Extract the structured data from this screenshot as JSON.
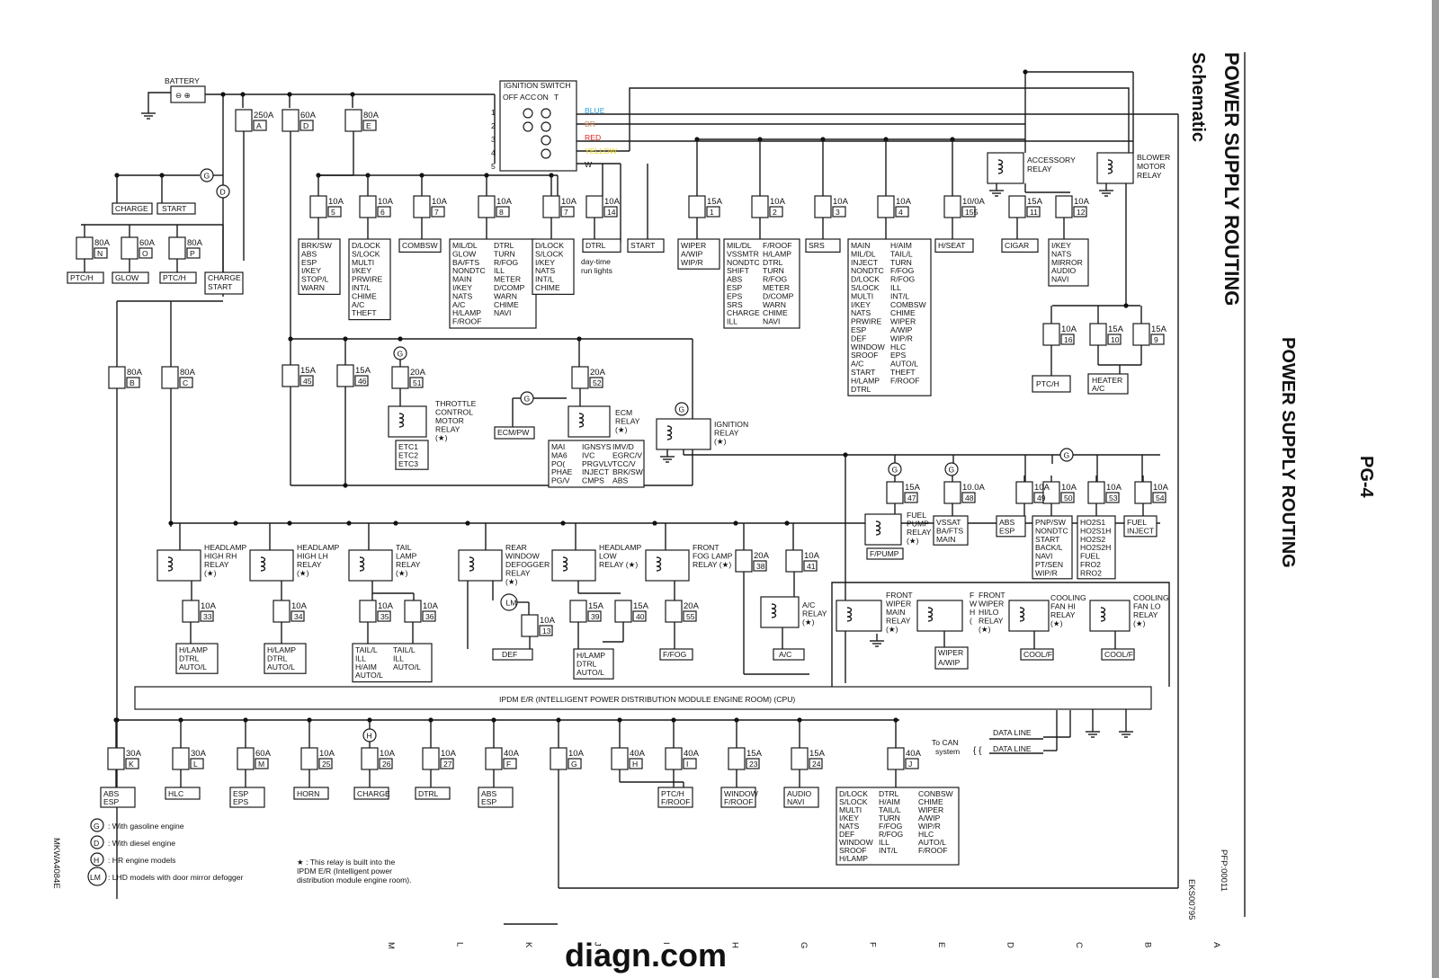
{
  "page": {
    "title_vertical": "POWER SUPPLY ROUTING",
    "page_no": "PG-4",
    "schematic_title": "POWER SUPPLY ROUTING",
    "schematic_subtitle": "Schematic",
    "fig_code": "PFP:00011",
    "eks_code": "EKS00795",
    "mk_code": "MKWA4084E",
    "side_letters": [
      "M",
      "L",
      "K",
      "J",
      "I",
      "H",
      "G",
      "F",
      "E",
      "D",
      "C",
      "B",
      "A"
    ]
  },
  "battery": {
    "label": "BATTERY"
  },
  "ignition_switch": {
    "label": "IGNITION SWITCH",
    "columns": [
      "OFF",
      "ACC",
      "ON",
      "T"
    ],
    "rows": [
      "1",
      "2",
      "3",
      "4",
      "5"
    ],
    "color_labels": [
      {
        "text": "BLUE",
        "color": "#2b9fe0"
      },
      {
        "text": "BR",
        "color": "#c8825a"
      },
      {
        "text": "RED",
        "color": "#e0201c"
      },
      {
        "text": "YELLOW",
        "color": "#e8d21a"
      },
      {
        "text": "W",
        "color": "#111111"
      }
    ]
  },
  "top_fusible_links": [
    {
      "amp": "250A",
      "id": "A"
    },
    {
      "amp": "60A",
      "id": "D"
    },
    {
      "amp": "80A",
      "id": "E"
    }
  ],
  "left_small": {
    "charge": "CHARGE",
    "start": "START",
    "links": [
      {
        "amp": "80A",
        "id": "N",
        "load": "PTC/H"
      },
      {
        "amp": "60A",
        "id": "O",
        "load": "GLOW"
      },
      {
        "amp": "80A",
        "id": "P",
        "load": "PTC/H"
      }
    ],
    "charge_start": [
      "CHARGE",
      "START"
    ]
  },
  "ign_fuses": [
    {
      "amp": "10A",
      "id": "5",
      "loads": [
        [
          "BRK/SW",
          "ABS",
          "ESP",
          "I/KEY",
          "STOP/L",
          "WARN"
        ]
      ]
    },
    {
      "amp": "10A",
      "id": "6",
      "loads": [
        [
          "D/LOCK",
          "S/LOCK",
          "MULTI",
          "I/KEY",
          "PRWIRE",
          "INT/L",
          "CHIME",
          "A/C",
          "THEFT"
        ]
      ]
    },
    {
      "amp": "10A",
      "id": "7",
      "loads": [
        [
          "COMBSW"
        ]
      ]
    },
    {
      "amp": "10A",
      "id": "8",
      "loads": [
        [
          "MIL/DL",
          "GLOW",
          "BA/FTS",
          "NONDTC",
          "MAIN",
          "I/KEY",
          "NATS",
          "A/C",
          "H/LAMP",
          "F/ROOF"
        ],
        [
          "DTRL",
          "TURN",
          "R/FOG",
          "ILL",
          "METER",
          "D/COMP",
          "WARN",
          "CHIME",
          "NAVI"
        ]
      ]
    },
    {
      "amp": "10A",
      "id": "7",
      "loads": [
        [
          "D/LOCK",
          "S/LOCK",
          "I/KEY",
          "NATS",
          "INT/L",
          "CHIME"
        ]
      ]
    },
    {
      "amp": "10A",
      "id": "14",
      "loads": [
        [
          "DTRL"
        ]
      ],
      "note": [
        "day-time",
        "run lights"
      ]
    },
    {
      "amp": "",
      "id": "",
      "loads": [
        [
          "START"
        ]
      ]
    }
  ],
  "acc_fuses": [
    {
      "amp": "15A",
      "id": "1",
      "loads": [
        [
          "WIPER",
          "A/WIP",
          "WIP/R"
        ]
      ]
    },
    {
      "amp": "10A",
      "id": "2",
      "loads": [
        [
          "MIL/DL",
          "VSSMTR",
          "NONDTC",
          "SHIFT",
          "ABS",
          "ESP",
          "EPS",
          "SRS",
          "CHARGE",
          "ILL"
        ],
        [
          "F/ROOF",
          "H/LAMP",
          "DTRL",
          "TURN",
          "R/FOG",
          "METER",
          "D/COMP",
          "WARN",
          "CHIME",
          "NAVI"
        ]
      ]
    },
    {
      "amp": "10A",
      "id": "3",
      "loads": [
        [
          "SRS"
        ]
      ]
    },
    {
      "amp": "10A",
      "id": "4",
      "loads": [
        [
          "MAIN",
          "MIL/DL",
          "INJECT",
          "NONDTC",
          "D/LOCK",
          "S/LOCK",
          "MULTI",
          "I/KEY",
          "NATS",
          "PRWIRE",
          "ESP",
          "DEF",
          "WINDOW",
          "SROOF",
          "A/C",
          "START",
          "H/LAMP",
          "DTRL"
        ],
        [
          "H/AIM",
          "TAIL/L",
          "TURN",
          "F/FOG",
          "R/FOG",
          "ILL",
          "INT/L",
          "COMBSW",
          "CHIME",
          "WIPER",
          "A/WIP",
          "WIP/R",
          "HLC",
          "EPS",
          "AUTO/L",
          "THEFT",
          "F/ROOF"
        ]
      ]
    },
    {
      "amp": "10/0A",
      "id": "155",
      "loads": [
        [
          "H/SEAT"
        ]
      ]
    }
  ],
  "right_relays": {
    "accessory": [
      "ACCESSORY",
      "RELAY"
    ],
    "blower": [
      "BLOWER",
      "MOTOR",
      "RELAY"
    ],
    "fuses": [
      {
        "amp": "15A",
        "id": "11",
        "loads": [
          [
            "CIGAR"
          ]
        ]
      },
      {
        "amp": "10A",
        "id": "12",
        "loads": [
          [
            "I/KEY",
            "NATS",
            "MIRROR",
            "AUDIO",
            "NAVI"
          ]
        ]
      }
    ],
    "blower_fuses": [
      {
        "amp": "10A",
        "id": "16",
        "load": "PTC/H"
      },
      {
        "amp": "15A",
        "id": "10",
        "load": ""
      },
      {
        "amp": "15A",
        "id": "9",
        "load": ""
      }
    ],
    "heater": [
      "HEATER",
      "A/C"
    ]
  },
  "mid_fuses": [
    {
      "amp": "80A",
      "id": "B"
    },
    {
      "amp": "80A",
      "id": "C"
    },
    {
      "amp": "15A",
      "id": "45"
    },
    {
      "amp": "15A",
      "id": "46"
    },
    {
      "amp": "20A",
      "id": "51"
    },
    {
      "amp": "20A",
      "id": "52"
    }
  ],
  "throttle_relay": {
    "label": [
      "THROTTLE",
      "CONTROL",
      "MOTOR",
      "RELAY",
      "(★)"
    ],
    "loads": [
      "ETC1",
      "ETC2",
      "ETC3"
    ]
  },
  "ecm_relay": {
    "label": [
      "ECM",
      "RELAY",
      "(★)"
    ],
    "ecmpw": "ECM/PW",
    "loads": [
      [
        "MAI",
        "MA6",
        "PO(",
        "PHAE",
        "PG/V"
      ],
      [
        "IGNSYS",
        "IVC",
        "PRGVLV",
        "INJECT",
        "CMPS"
      ],
      [
        "IMV/D",
        "EGRC/V",
        "TCC/V",
        "BRK/SW",
        "ABS"
      ]
    ]
  },
  "ignition_relay": {
    "label": [
      "IGNITION",
      "RELAY",
      "(★)"
    ]
  },
  "fuel_row": [
    {
      "amp": "15A",
      "id": "47",
      "relay": [
        "FUEL",
        "PUMP",
        "RELAY",
        "(★)"
      ],
      "load": "F/PUMP"
    },
    {
      "amp": "10.0A",
      "id": "48",
      "loads": [
        "VSSAT",
        "BA/FTS",
        "MAIN"
      ]
    },
    {
      "amp": "10A",
      "id": "49",
      "loads": [
        "ABS",
        "ESP"
      ]
    },
    {
      "amp": "10A",
      "id": "50",
      "loads": [
        "PNP/SW",
        "NONDTC",
        "START",
        "BACK/L",
        "NAVI",
        "PT/SEN",
        "WIP/R"
      ]
    },
    {
      "amp": "10A",
      "id": "53",
      "loads": [
        "HO2S1",
        "HO2S1H",
        "HO2S2",
        "HO2S2H",
        "FUEL",
        "FRO2",
        "RRO2"
      ]
    },
    {
      "amp": "10A",
      "id": "54",
      "loads": [
        "FUEL",
        "INJECT"
      ]
    }
  ],
  "relay_row": [
    {
      "label": [
        "HEADLAMP",
        "HIGH RH",
        "RELAY",
        "(★)"
      ],
      "fuses": [
        {
          "amp": "10A",
          "id": "33"
        }
      ],
      "loads": [
        [
          "H/LAMP",
          "DTRL",
          "AUTO/L"
        ]
      ]
    },
    {
      "label": [
        "HEADLAMP",
        "HIGH LH",
        "RELAY",
        "(★)"
      ],
      "fuses": [
        {
          "amp": "10A",
          "id": "34"
        }
      ],
      "loads": [
        [
          "H/LAMP",
          "DTRL",
          "AUTO/L"
        ]
      ]
    },
    {
      "label": [
        "TAIL",
        "LAMP",
        "RELAY",
        "(★)"
      ],
      "fuses": [
        {
          "amp": "10A",
          "id": "35"
        },
        {
          "amp": "10A",
          "id": "36"
        }
      ],
      "loads": [
        [
          "TAIL/L",
          "ILL",
          "H/AIM",
          "AUTO/L"
        ],
        [
          "TAIL/L",
          "ILL",
          "AUTO/L"
        ]
      ]
    },
    {
      "label": [
        "REAR",
        "WINDOW",
        "DEFOGGER",
        "RELAY",
        "(★)"
      ],
      "fuses": [
        {
          "amp": "10A",
          "id": "13"
        }
      ],
      "loads": [
        [
          "DEF"
        ]
      ],
      "lm": "LM"
    },
    {
      "label": [
        "HEADLAMP",
        "LOW",
        "RELAY (★)"
      ],
      "fuses": [
        {
          "amp": "15A",
          "id": "39"
        },
        {
          "amp": "15A",
          "id": "40"
        }
      ],
      "loads": [
        [
          "H/LAMP",
          "DTRL",
          "AUTO/L"
        ]
      ]
    },
    {
      "label": [
        "FRONT",
        "FOG LAMP",
        "RELAY (★)"
      ],
      "fuses": [
        {
          "amp": "20A",
          "id": "55"
        }
      ],
      "loads": [
        [
          "F/FOG"
        ]
      ]
    },
    {
      "label": [],
      "fuses": [
        {
          "amp": "20A",
          "id": "38"
        }
      ],
      "loads": []
    },
    {
      "label": [
        "A/C",
        "RELAY",
        "(★)"
      ],
      "fuses": [
        {
          "amp": "10A",
          "id": "41"
        }
      ],
      "loads": [
        [
          "A/C"
        ]
      ]
    }
  ],
  "wiper": {
    "main": [
      "FRONT",
      "WIPER",
      "MAIN",
      "RELAY",
      "(★)"
    ],
    "hilo": [
      "FRONT",
      "WIPER",
      "HI/LO",
      "RELAY",
      "(★)"
    ],
    "hilo_prefix": [
      "F",
      "W",
      "H",
      "(  "
    ],
    "loads": [
      "WIPER",
      "A/WIP"
    ]
  },
  "cooling": {
    "hi": [
      "COOLING",
      "FAN HI",
      "RELAY",
      "(★)"
    ],
    "lo": [
      "COOLING",
      "FAN LO",
      "RELAY",
      "(★)"
    ],
    "load": "COOL/F"
  },
  "ipdm": {
    "label": "IPDM E/R (INTELLIGENT POWER DISTRIBUTION MODULE ENGINE ROOM) (CPU)"
  },
  "can": {
    "to": "To CAN",
    "system": "system",
    "data1": "DATA LINE",
    "data2": "DATA LINE"
  },
  "bottom_fuses": [
    {
      "amp": "30A",
      "id": "K",
      "loads": [
        "ABS",
        "ESP"
      ]
    },
    {
      "amp": "30A",
      "id": "L",
      "loads": [
        "HLC"
      ]
    },
    {
      "amp": "60A",
      "id": "M",
      "loads": [
        "ESP",
        "EPS"
      ]
    },
    {
      "amp": "10A",
      "id": "25",
      "loads": [
        "HORN"
      ]
    },
    {
      "amp": "10A",
      "id": "26",
      "loads": [
        "CHARGE"
      ]
    },
    {
      "amp": "10A",
      "id": "27",
      "loads": [
        "DTRL"
      ]
    },
    {
      "amp": "40A",
      "id": "F",
      "loads": [
        "ABS",
        "ESP"
      ]
    },
    {
      "amp": "10A",
      "id": "G",
      "loads": []
    },
    {
      "amp": "40A",
      "id": "H",
      "loads": []
    },
    {
      "amp": "40A",
      "id": "I",
      "loads": [
        "PTC/H",
        "F/ROOF"
      ]
    },
    {
      "amp": "15A",
      "id": "23",
      "loads": [
        "WINDOW",
        "F/ROOF"
      ]
    },
    {
      "amp": "15A",
      "id": "24",
      "loads": [
        "AUDIO",
        "NAVI"
      ]
    },
    {
      "amp": "40A",
      "id": "J",
      "loads": []
    }
  ],
  "j_loads": [
    [
      "D/LOCK",
      "S/LOCK",
      "MULTI",
      "I/KEY",
      "NATS",
      "DEF",
      "WINDOW",
      "SROOF",
      "H/LAMP"
    ],
    [
      "DTRL",
      "H/AIM",
      "TAIL/L",
      "TURN",
      "F/FOG",
      "R/FOG",
      "ILL",
      "INT/L"
    ],
    [
      "CONBSW",
      "CHIME",
      "WIPER",
      "A/WIP",
      "WIP/R",
      "HLC",
      "AUTO/L",
      "F/ROOF"
    ]
  ],
  "legend": [
    {
      "sym": "G",
      "text": ": With gasoline engine"
    },
    {
      "sym": "D",
      "text": ": With diesel engine"
    },
    {
      "sym": "H",
      "text": ": HR engine models"
    },
    {
      "sym": "LM",
      "text": ": LHD models with door mirror defogger"
    }
  ],
  "star_note": [
    "★ : This relay is built into the",
    "IPDM E/R (Intelligent power",
    "distribution module engine room)."
  ],
  "watermark": "diagn.com"
}
